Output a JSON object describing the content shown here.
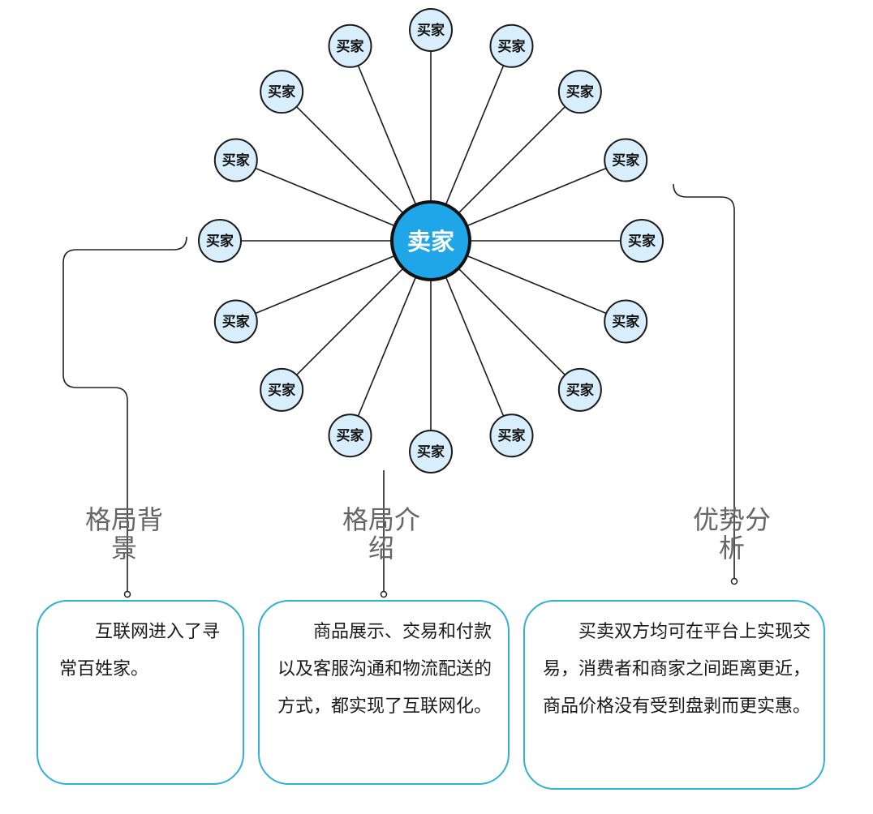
{
  "seller": {
    "label": "卖家"
  },
  "buyers": [
    {
      "label": "买家"
    },
    {
      "label": "买家"
    },
    {
      "label": "买家"
    },
    {
      "label": "买家"
    },
    {
      "label": "买家"
    },
    {
      "label": "买家"
    },
    {
      "label": "买家"
    },
    {
      "label": "买家"
    },
    {
      "label": "买家"
    },
    {
      "label": "买家"
    },
    {
      "label": "买家"
    },
    {
      "label": "买家"
    },
    {
      "label": "买家"
    },
    {
      "label": "买家"
    },
    {
      "label": "买家"
    },
    {
      "label": "买家"
    }
  ],
  "sections": {
    "background": {
      "label": "格局背景",
      "text": "互联网进入了寻常百姓家。"
    },
    "introduction": {
      "label": "格局介绍",
      "text": "商品展示、交易和付款以及客服沟通和物流配送的方式，都实现了互联网化。"
    },
    "advantages": {
      "label": "优势分析",
      "text": "买卖双方均可在平台上实现交易，消费者和商家之间距离更近，商品价格没有受到盘剥而更实惠。"
    }
  }
}
